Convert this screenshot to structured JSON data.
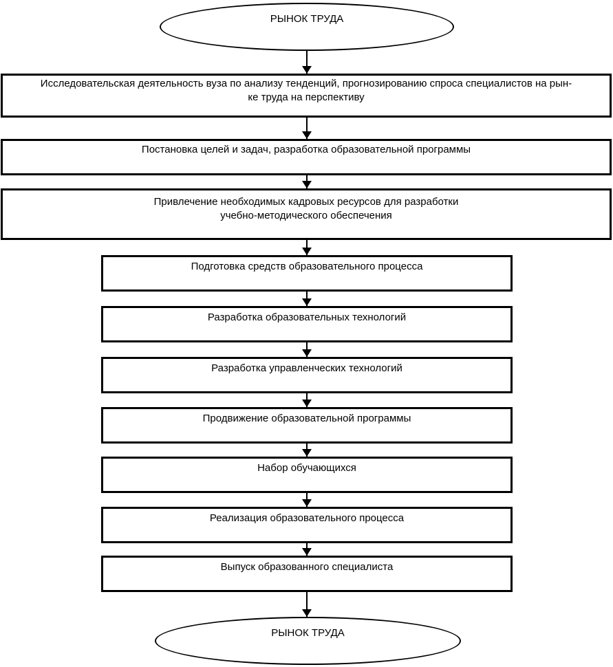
{
  "diagram": {
    "type": "flowchart",
    "direction": "top-down",
    "language": "ru",
    "colors": {
      "stroke": "#000000",
      "fill": "#ffffff",
      "text": "#000000"
    },
    "nodes": [
      {
        "id": "start",
        "shape": "ellipse",
        "label": "РЫНОК ТРУДА"
      },
      {
        "id": "research",
        "shape": "rect",
        "lines": [
          "Исследовательская деятельность вуза по анализу тенденций, прогнозированию спроса специалистов на рын-",
          "ке труда на перспективу"
        ]
      },
      {
        "id": "goals",
        "shape": "rect",
        "lines": [
          "Постановка целей и задач, разработка образовательной программы"
        ]
      },
      {
        "id": "staffing",
        "shape": "rect",
        "lines": [
          "Привлечение необходимых кадровых ресурсов для разработки",
          "учебно-методического обеспечения"
        ]
      },
      {
        "id": "means-preparation",
        "shape": "rect",
        "lines": [
          "Подготовка средств образовательного процесса"
        ]
      },
      {
        "id": "educational-technologies",
        "shape": "rect",
        "lines": [
          "Разработка образовательных технологий"
        ]
      },
      {
        "id": "management-technologies",
        "shape": "rect",
        "lines": [
          "Разработка управленческих технологий"
        ]
      },
      {
        "id": "program-promotion",
        "shape": "rect",
        "lines": [
          "Продвижение образовательной программы"
        ]
      },
      {
        "id": "enrollment",
        "shape": "rect",
        "lines": [
          "Набор обучающихся"
        ]
      },
      {
        "id": "process-implementation",
        "shape": "rect",
        "lines": [
          "Реализация образовательного процесса"
        ]
      },
      {
        "id": "graduate-output",
        "shape": "rect",
        "lines": [
          "Выпуск образованного специалиста"
        ]
      },
      {
        "id": "end",
        "shape": "ellipse",
        "label": "РЫНОК ТРУДА"
      }
    ]
  }
}
